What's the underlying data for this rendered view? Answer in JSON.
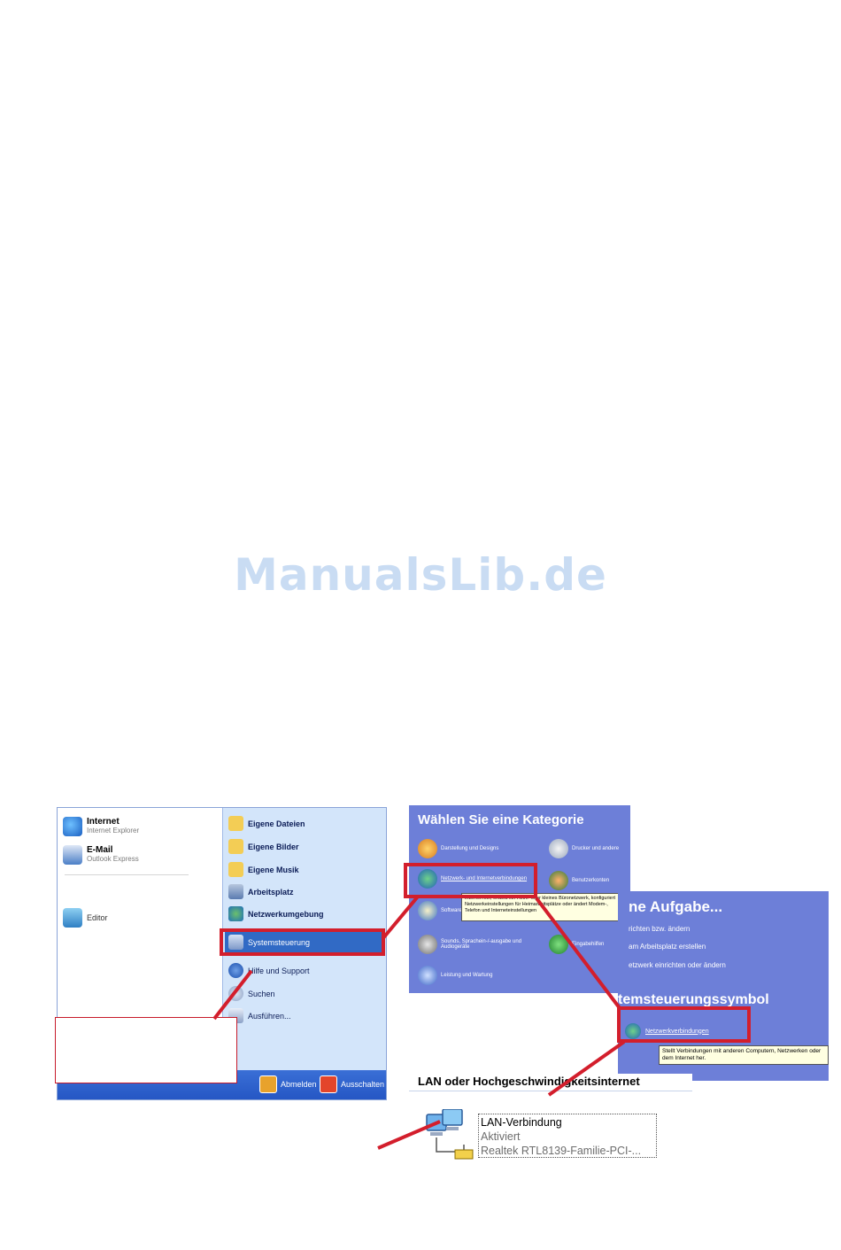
{
  "watermark": "ManualsLib.de",
  "start_menu": {
    "pinned": [
      {
        "title": "Internet",
        "subtitle": "Internet Explorer"
      },
      {
        "title": "E-Mail",
        "subtitle": "Outlook Express"
      }
    ],
    "recent": [
      {
        "title": "Editor"
      }
    ],
    "right_items": [
      {
        "label": "Eigene Dateien"
      },
      {
        "label": "Eigene Bilder"
      },
      {
        "label": "Eigene Musik"
      },
      {
        "label": "Arbeitsplatz"
      },
      {
        "label": "Netzwerkumgebung"
      },
      {
        "label": "Systemsteuerung"
      },
      {
        "label": "Hilfe und Support"
      },
      {
        "label": "Suchen"
      },
      {
        "label": "Ausführen..."
      }
    ],
    "logoff_label": "Abmelden",
    "shutdown_label": "Ausschalten"
  },
  "control_panel": {
    "title": "Wählen Sie eine Kategorie",
    "categories": [
      {
        "label": "Darstellung und Designs"
      },
      {
        "label": "Drucker und andere"
      },
      {
        "label": "Netzwerk- und Internetverbindungen"
      },
      {
        "label": "Benutzerkonten"
      },
      {
        "label": "Sounds, Sprachein-/-ausgabe und Audiogeräte"
      },
      {
        "label": "Eingabehilfen"
      },
      {
        "label": "Leistung und Wartung"
      },
      {
        "label": "Software"
      }
    ],
    "tooltip": "Internet hier, erstellt ein Heim- oder kleines Büronetzwerk, konfiguriert Netzwerkeinstellungen für Heimarbeitsplätze oder ändert Modem-, Telefon und Interneteinstellungen"
  },
  "network_panel": {
    "title": "ne Aufgabe...",
    "tasks": [
      {
        "label": "richten bzw. ändern"
      },
      {
        "label": "am Arbeitsplatz erstellen"
      },
      {
        "label": "etzwerk einrichten oder ändern"
      }
    ],
    "subtitle": "temsteuerungssymbol",
    "link": "Netzwerkverbindungen",
    "tooltip": "Stellt Verbindungen mit anderen Computern, Netzwerken oder dem Internet her."
  },
  "lan": {
    "header": "LAN oder Hochgeschwindigkeitsinternet",
    "name": "LAN-Verbindung",
    "status": "Aktiviert",
    "adapter": "Realtek RTL8139-Familie-PCI-..."
  },
  "colors": {
    "highlight": "#d31e2c",
    "selection": "#316ac5",
    "panel": "#6d7fd8"
  }
}
